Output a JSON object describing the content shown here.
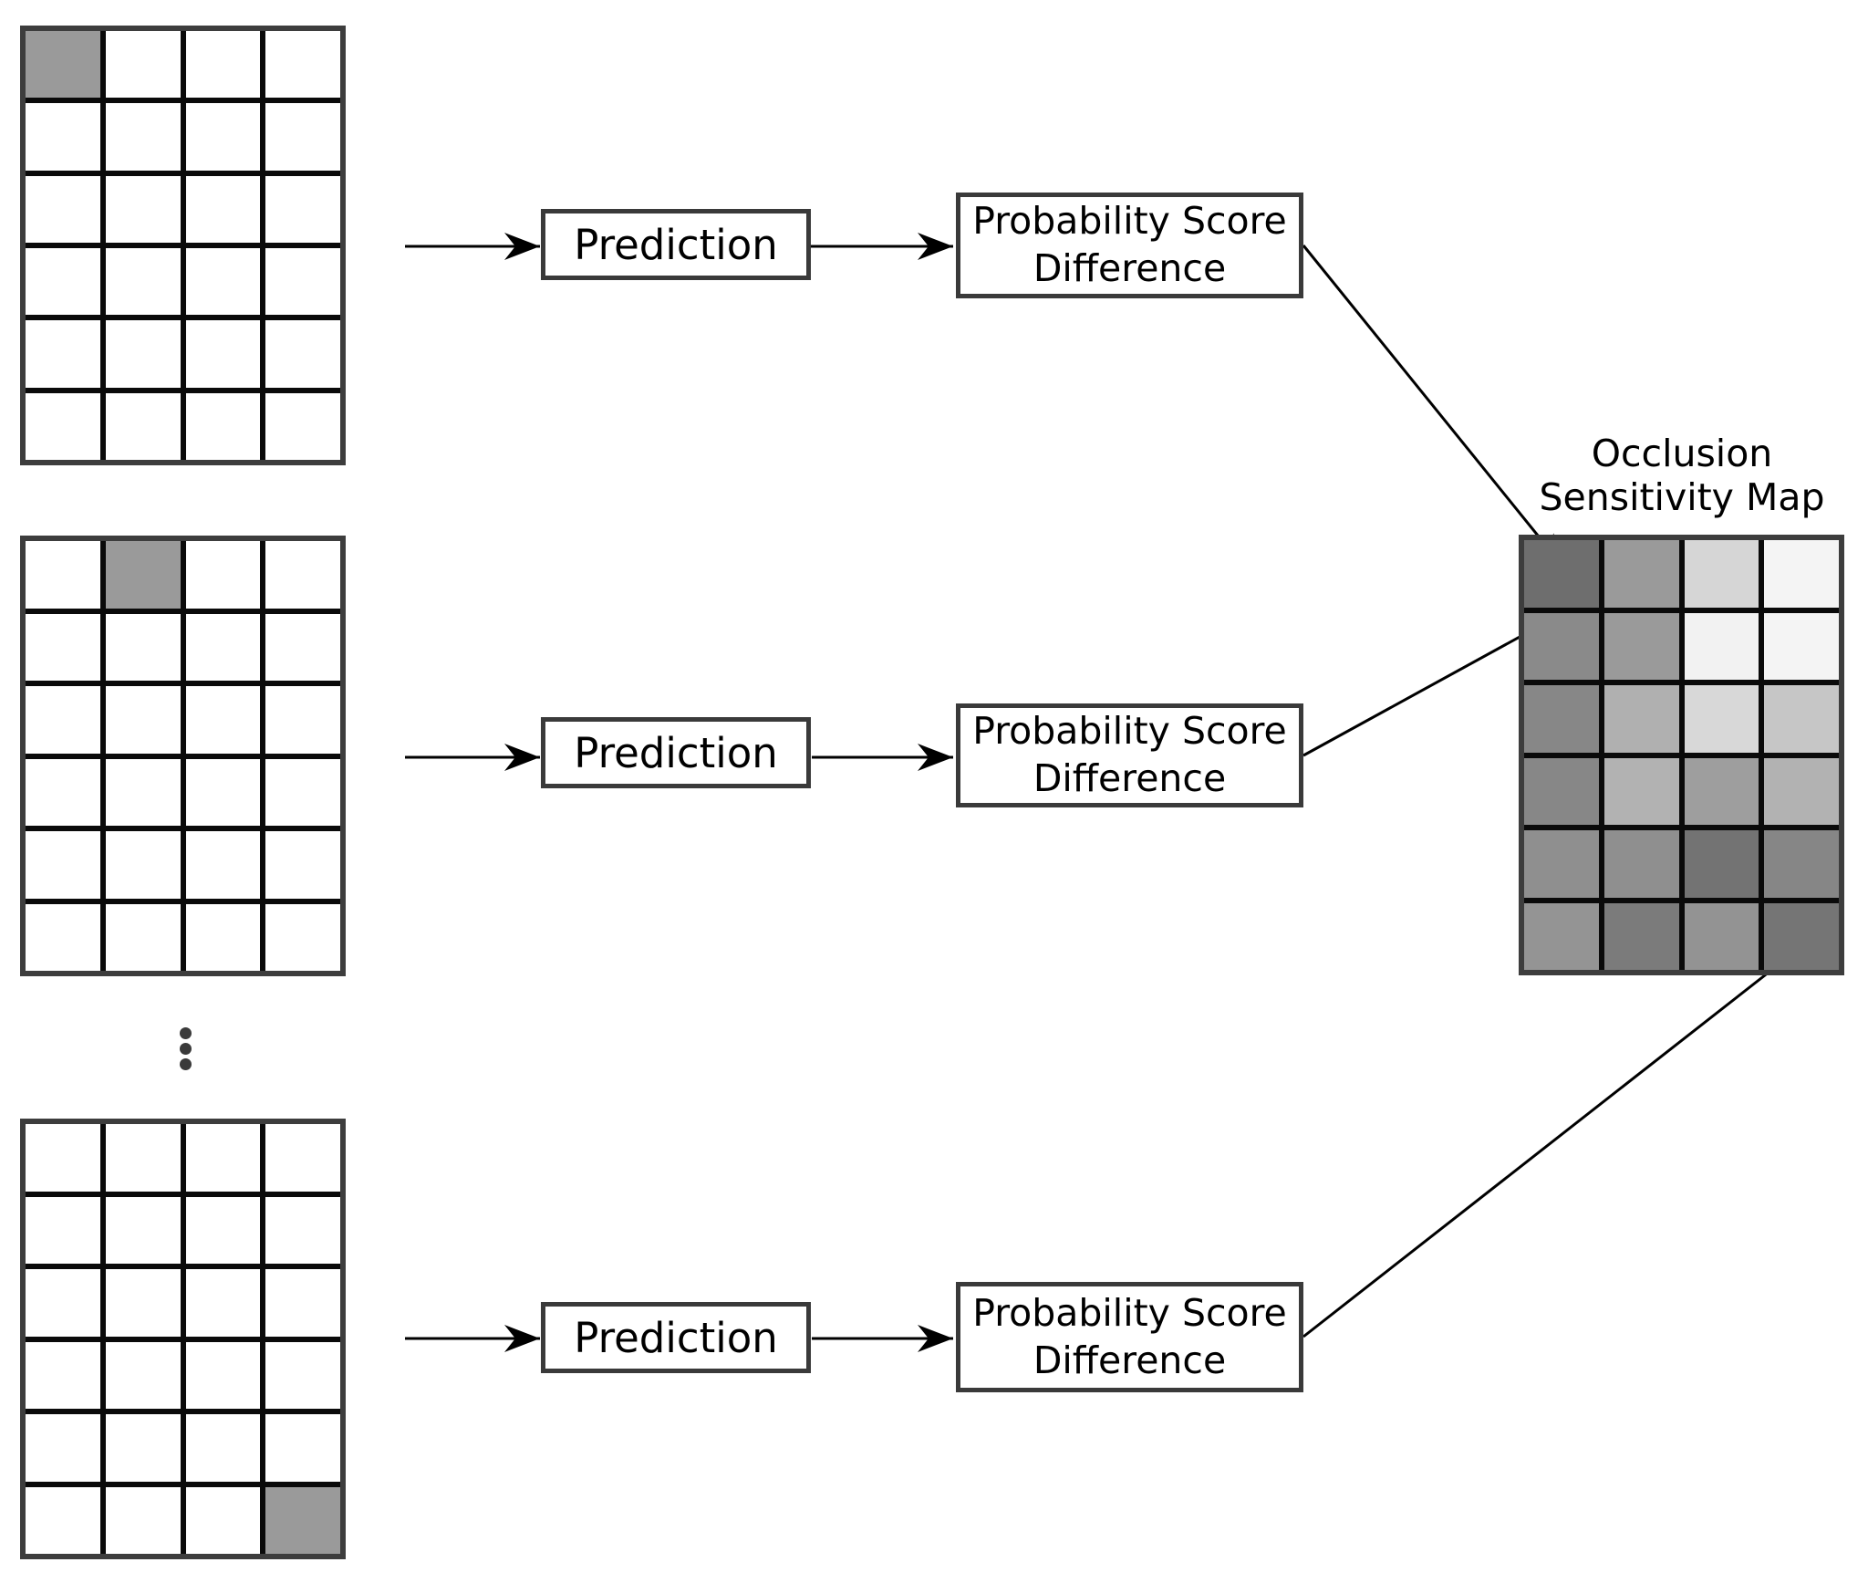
{
  "diagram": {
    "background": "#ffffff",
    "arrow_color": "#000000",
    "grid_outer_border_color": "#3d3d3d",
    "grid_line_color": "#0a0a0a",
    "cell_fill": "#ffffff",
    "occluded_fill": "#9a9a9a",
    "box_border_color": "#3a3a3a",
    "dot_color": "#3a3a3a"
  },
  "input_grids": [
    {
      "rows": 6,
      "cols": 4,
      "occluded_row": 0,
      "occluded_col": 0
    },
    {
      "rows": 6,
      "cols": 4,
      "occluded_row": 0,
      "occluded_col": 1
    },
    {
      "rows": 6,
      "cols": 4,
      "occluded_row": 5,
      "occluded_col": 3
    }
  ],
  "ellipsis": {
    "dots": 3
  },
  "boxes": {
    "prediction_label": "Prediction",
    "probability_line1": "Probability Score",
    "probability_line2": "Difference"
  },
  "map": {
    "title_line1": "Occlusion",
    "title_line2": "Sensitivity Map",
    "rows": 6,
    "cols": 4,
    "shades": [
      [
        "#6e6e6e",
        "#9a9a9a",
        "#d6d6d6",
        "#f4f4f4"
      ],
      [
        "#8a8a8a",
        "#9a9a9a",
        "#f2f2f2",
        "#f4f4f4"
      ],
      [
        "#878787",
        "#b0b0b0",
        "#d8d8d8",
        "#c6c6c6"
      ],
      [
        "#878787",
        "#b2b2b2",
        "#9e9e9e",
        "#b2b2b2"
      ],
      [
        "#8f8f8f",
        "#8f8f8f",
        "#737373",
        "#868686"
      ],
      [
        "#949494",
        "#7b7b7b",
        "#939393",
        "#757575"
      ]
    ]
  }
}
